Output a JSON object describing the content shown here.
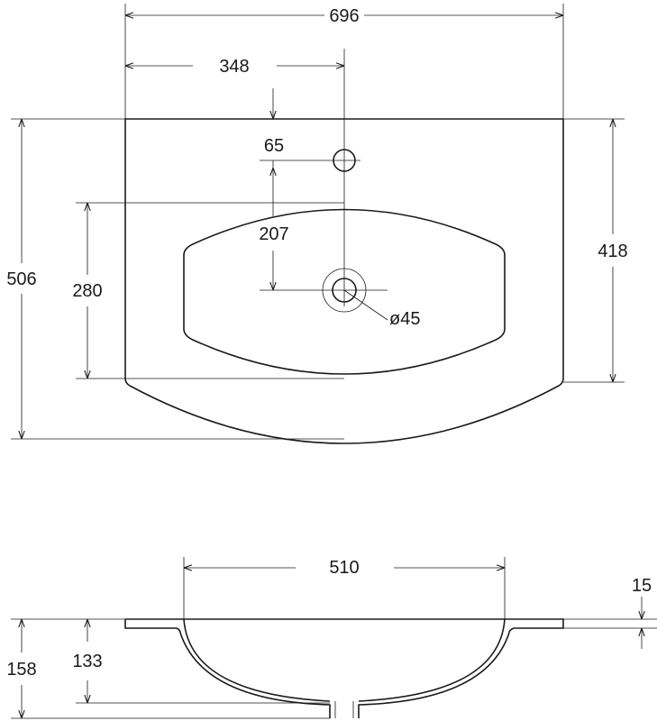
{
  "dimensions": {
    "total_width": "696",
    "center_offset": "348",
    "tap_hole_offset": "65",
    "tap_to_drain": "207",
    "bowl_length": "280",
    "side_depth": "418",
    "total_depth": "506",
    "drain_diameter": "ø45",
    "bowl_width": "510",
    "rim_thickness": "15",
    "bowl_height": "133",
    "total_height": "158"
  },
  "colors": {
    "line": "#1a1a1a",
    "background": "#ffffff"
  }
}
